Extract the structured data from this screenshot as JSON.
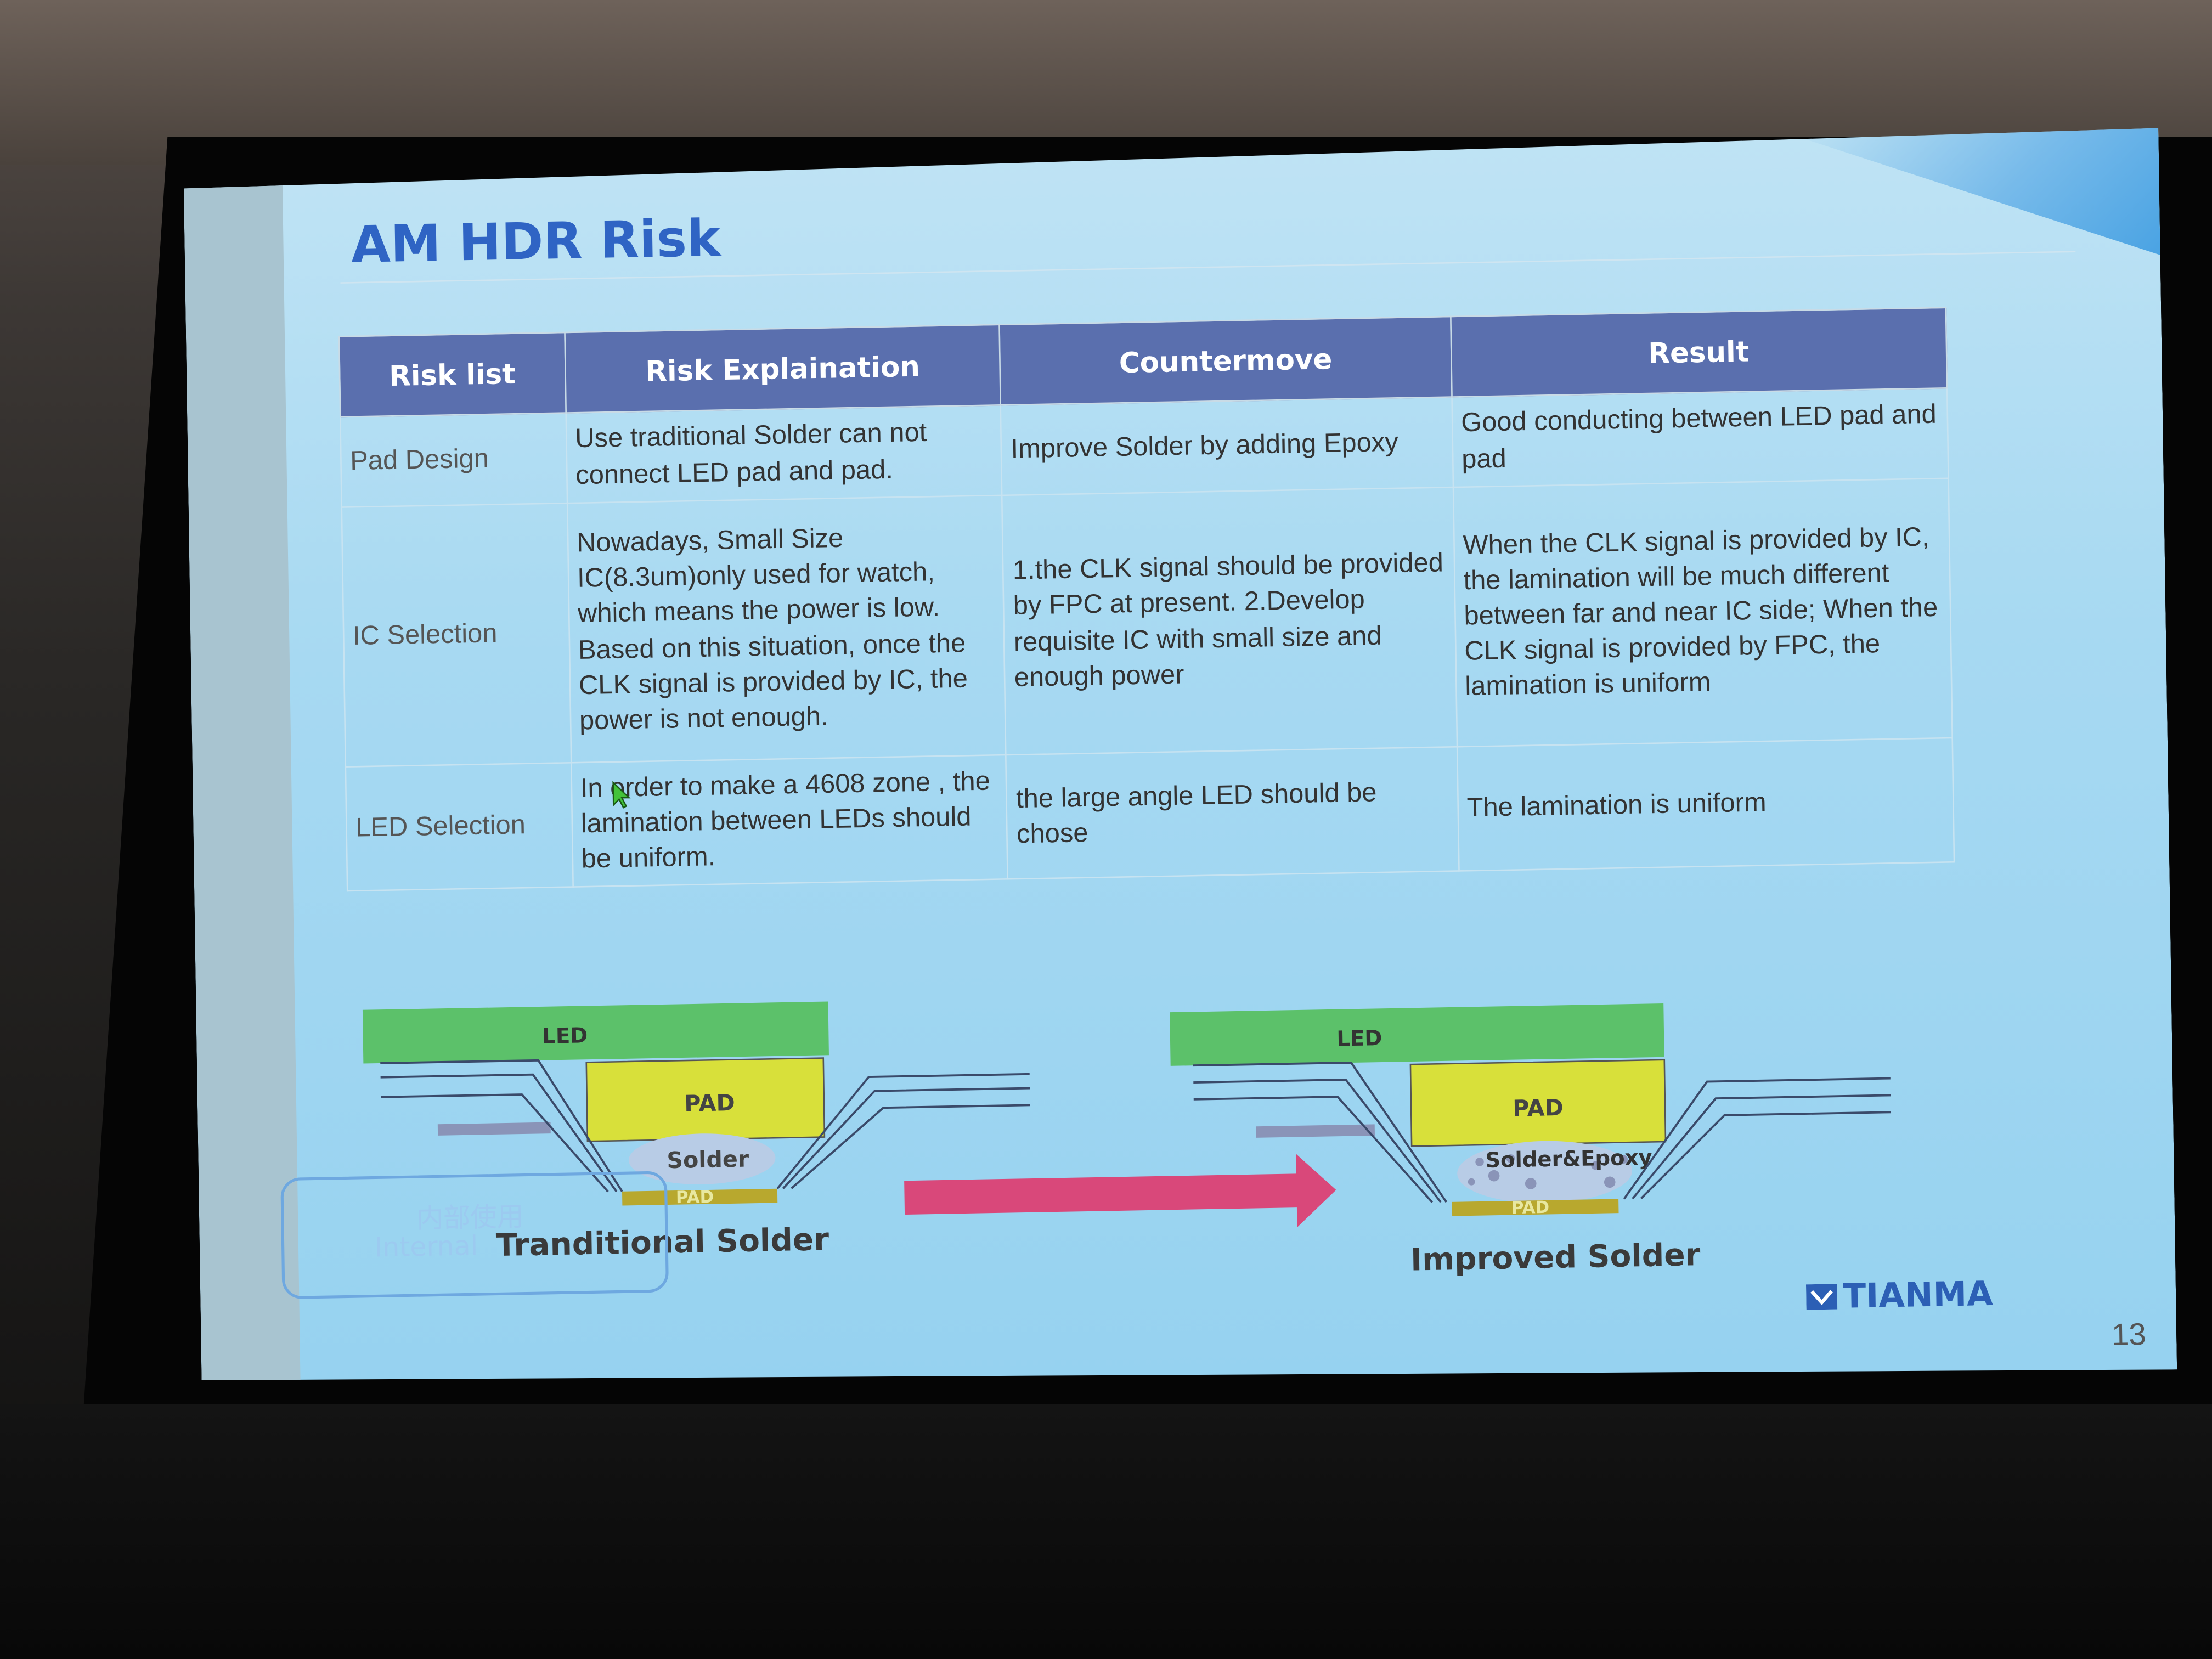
{
  "slide": {
    "title": "AM HDR Risk",
    "page_number": "13"
  },
  "table": {
    "headers": [
      "Risk list",
      "Risk Explaination",
      "Countermove",
      "Result"
    ],
    "rows": [
      {
        "risk": "Pad Design",
        "explanation": "Use traditional Solder can not connect LED pad and pad.",
        "countermove": "Improve Solder by adding Epoxy",
        "result": "Good conducting between LED pad and pad"
      },
      {
        "risk": "IC Selection",
        "explanation": "Nowadays, Small Size IC(8.3um)only used for watch, which means the power is low. Based on this situation, once the CLK signal is provided by IC, the power is not enough.",
        "countermove": "1.the CLK signal should be provided by FPC at present. 2.Develop requisite IC with small size and enough power",
        "result": "When the CLK signal is provided by IC, the lamination will be much different between far and near IC side; When the CLK signal is provided by FPC, the lamination is uniform"
      },
      {
        "risk": "LED Selection",
        "explanation": "In order to make a 4608 zone , the lamination between LEDs should be uniform.",
        "countermove": "the large angle LED should be chose",
        "result": "The lamination is uniform"
      }
    ]
  },
  "diagrams": {
    "left": {
      "led": "LED",
      "pad_top": "PAD",
      "solder": "Solder",
      "pad_bottom": "PAD",
      "caption": "Tranditional Solder"
    },
    "right": {
      "led": "LED",
      "pad_top": "PAD",
      "solder": "Solder&Epoxy",
      "pad_bottom": "PAD",
      "caption": "Improved Solder"
    }
  },
  "watermark": {
    "cn": "内部使用",
    "en": "Internal"
  },
  "brand": "TIANMA",
  "colors": {
    "header_bg": "#5a6fae",
    "title": "#2f64c4",
    "led_green": "#5cc16a",
    "pad_yellow": "#d8e03a",
    "arrow_pink": "#d9487a"
  }
}
